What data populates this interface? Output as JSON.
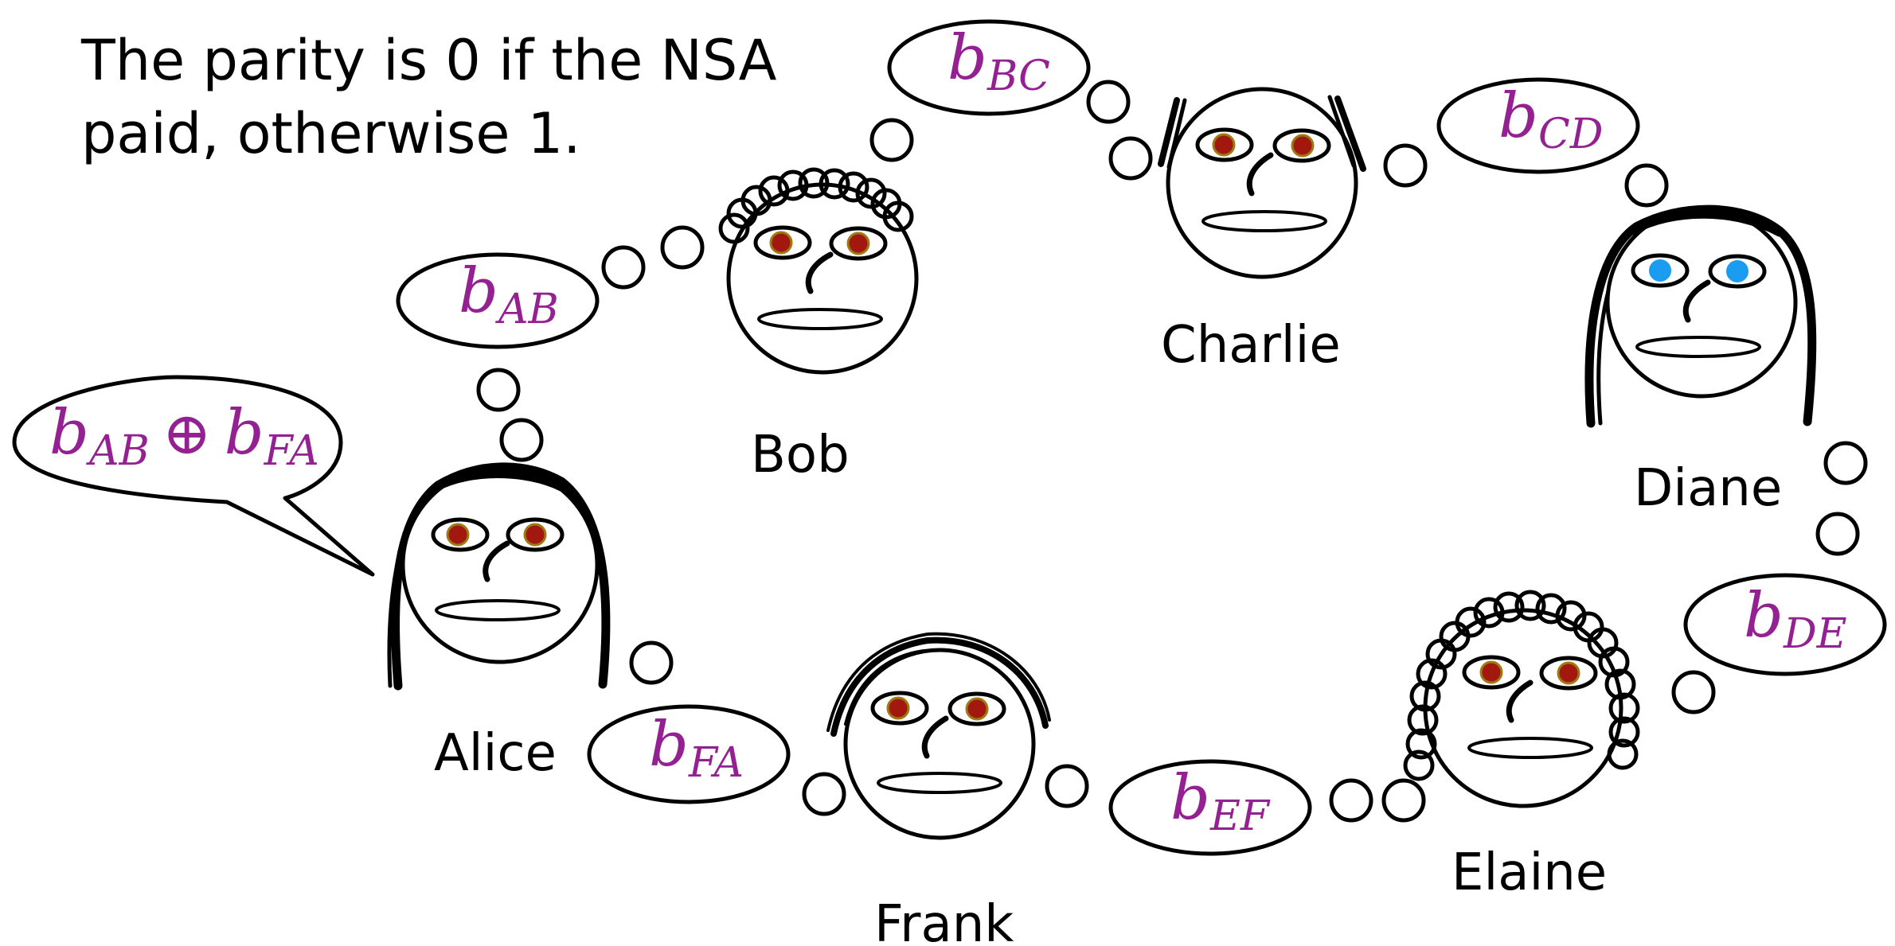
{
  "caption": {
    "line1": "The parity is 0 if the NSA",
    "line2": "paid, otherwise 1."
  },
  "people": {
    "alice": "Alice",
    "bob": "Bob",
    "charlie": "Charlie",
    "diane": "Diane",
    "elaine": "Elaine",
    "frank": "Frank"
  },
  "bits": {
    "ab": {
      "b": "b",
      "sub": "AB"
    },
    "bc": {
      "b": "b",
      "sub": "BC"
    },
    "cd": {
      "b": "b",
      "sub": "CD"
    },
    "de": {
      "b": "b",
      "sub": "DE"
    },
    "ef": {
      "b": "b",
      "sub": "EF"
    },
    "fa": {
      "b": "b",
      "sub": "FA"
    }
  },
  "speech": {
    "b1": "b",
    "sub1": "AB",
    "op": "⊕",
    "b2": "b",
    "sub2": "FA"
  },
  "colors": {
    "math": "#942192",
    "eye_red": "#a3180e",
    "eye_red_ring": "#9c7a14",
    "eye_blue": "#1a9df0"
  }
}
